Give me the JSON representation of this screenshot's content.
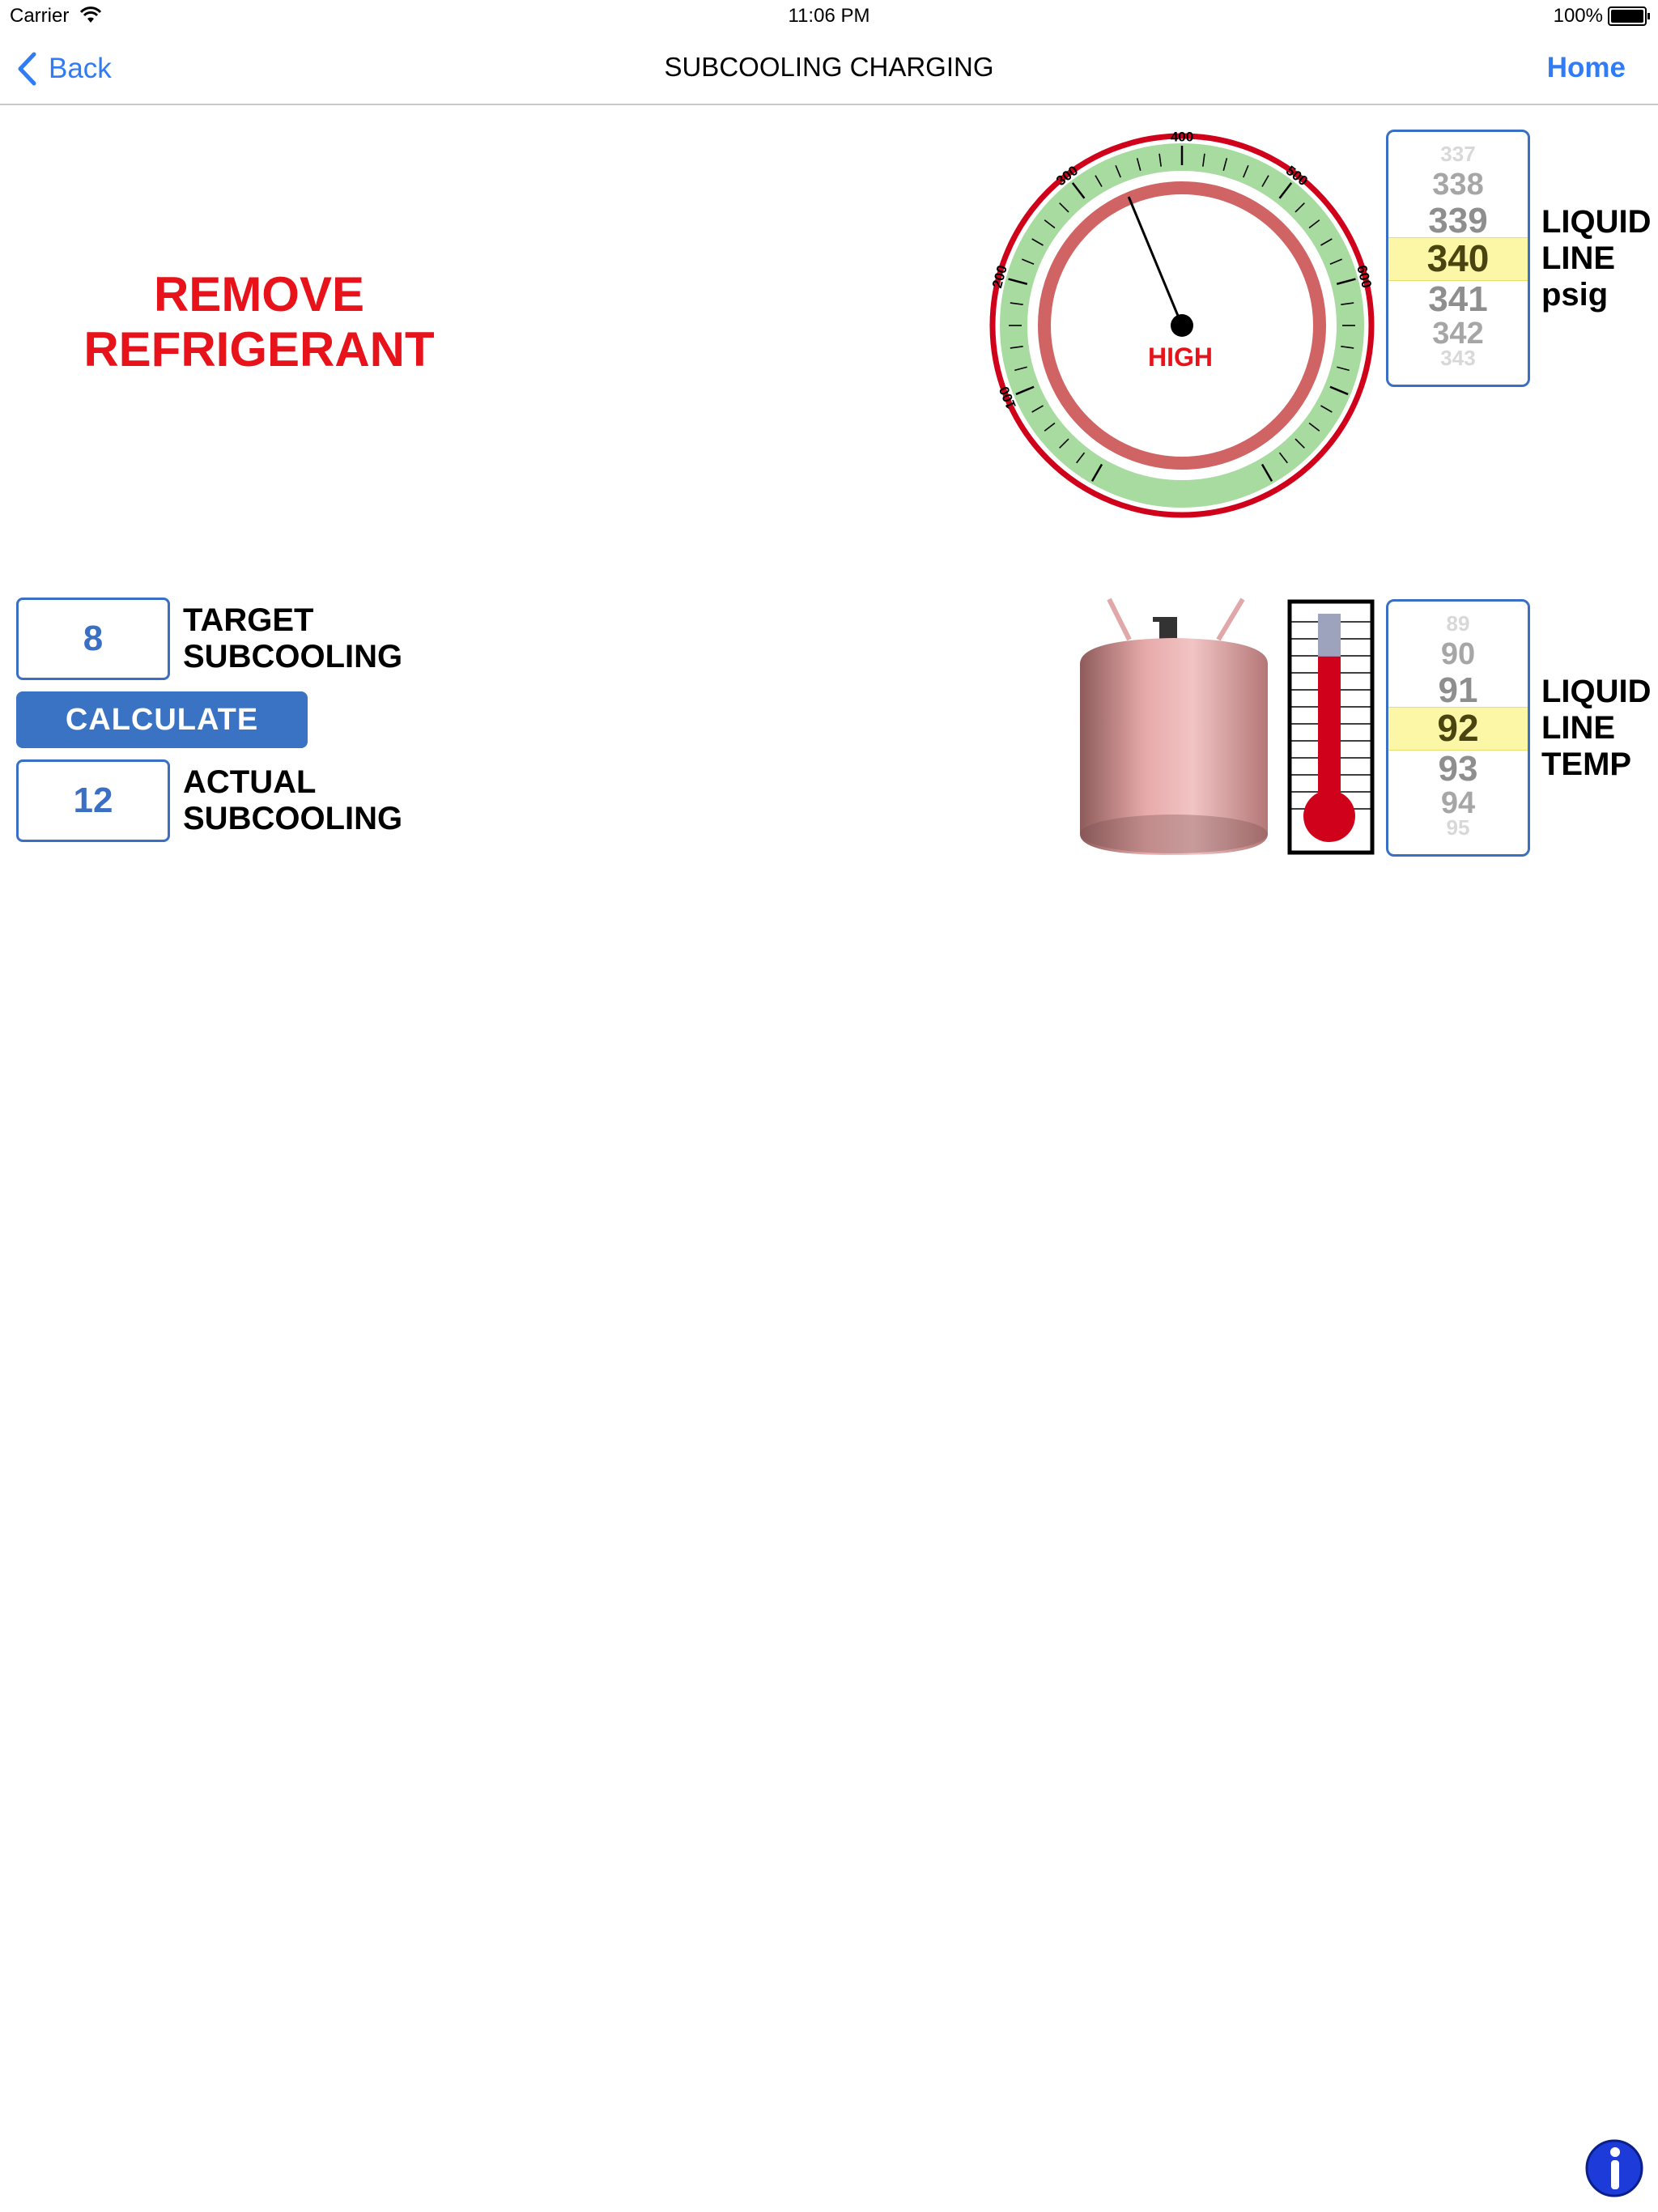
{
  "status_bar": {
    "carrier": "Carrier",
    "time": "11:06 PM",
    "battery": "100%"
  },
  "nav": {
    "back_label": "Back",
    "title": "SUBCOOLING CHARGING",
    "home_label": "Home"
  },
  "message": {
    "line1": "REMOVE",
    "line2": "REFRIGERANT"
  },
  "gauge": {
    "label": "HIGH",
    "scale_labels": [
      "100",
      "200",
      "300",
      "400",
      "500",
      "600"
    ],
    "value": 340,
    "min": 0,
    "max": 800
  },
  "pressure_picker": {
    "rows": [
      "337",
      "338",
      "339",
      "340",
      "341",
      "342",
      "343"
    ],
    "selected": "340",
    "label_lines": [
      "LIQUID",
      "LINE",
      "psig"
    ]
  },
  "temp_picker": {
    "rows": [
      "89",
      "90",
      "91",
      "92",
      "93",
      "94",
      "95"
    ],
    "selected": "92",
    "label_lines": [
      "LIQUID",
      "LINE",
      "TEMP"
    ]
  },
  "target": {
    "value": "8",
    "label_line1": "TARGET",
    "label_line2": "SUBCOOLING"
  },
  "calculate_label": "CALCULATE",
  "actual": {
    "value": "12",
    "label_line1": "ACTUAL",
    "label_line2": "SUBCOOLING"
  },
  "thermometer": {
    "level_fraction": 0.78
  },
  "colors": {
    "accent": "#2f7cf6",
    "alert": "#e8121b",
    "box_border": "#3b6fc4",
    "button": "#3a73c4"
  }
}
